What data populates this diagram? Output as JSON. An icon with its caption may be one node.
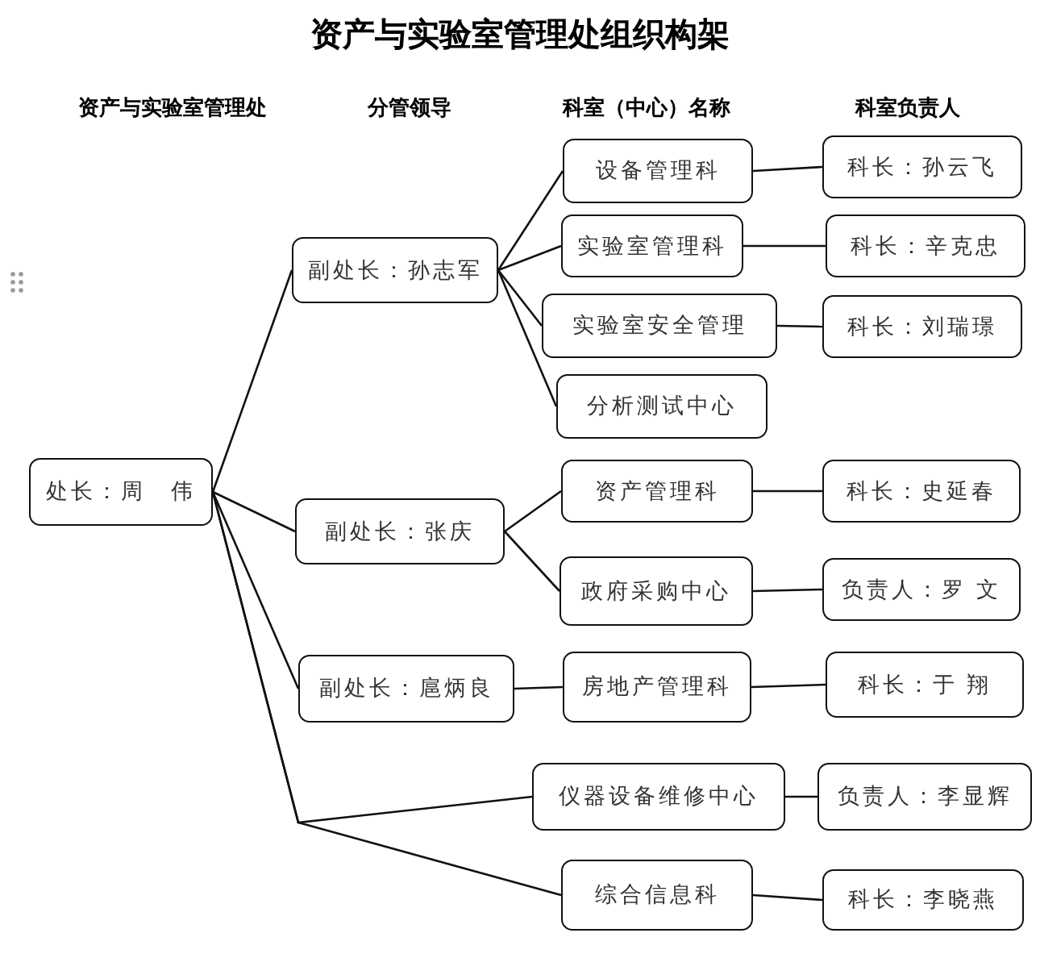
{
  "diagram": {
    "title": "资产与实验室管理处组织构架",
    "nodes": [
      {
        "text": [
          "处长：周　伟"
        ]
      },
      {
        "text": [
          "副处长：孙志军"
        ]
      },
      {
        "text": [
          "副处长：张庆"
        ]
      },
      {
        "text": [
          "副处长：扈炳良"
        ]
      },
      {
        "text": [
          "设备管理科"
        ]
      },
      {
        "text": [
          "实验室管理科"
        ]
      },
      {
        "text": [
          "实验室安全管理"
        ]
      },
      {
        "text": [
          "分析测试中心"
        ]
      },
      {
        "text": [
          "资产管理科"
        ]
      },
      {
        "text": [
          "政府采购中心"
        ]
      },
      {
        "text": [
          "房地产管理科"
        ]
      },
      {
        "text": [
          "仪器设备维修中心"
        ]
      },
      {
        "text": [
          "综合信息科"
        ]
      },
      {
        "text": [
          "科长：孙云飞"
        ]
      },
      {
        "text": [
          "科长：辛克忠"
        ]
      },
      {
        "text": [
          "科长：刘瑞璟"
        ]
      },
      {
        "text": [
          "科长：史延春"
        ]
      },
      {
        "text": [
          "负责人：罗 文"
        ]
      },
      {
        "text": [
          "科长：于 翔"
        ]
      },
      {
        "text": [
          "负责人：李显辉"
        ]
      },
      {
        "text": [
          "科长：李晓燕"
        ]
      }
    ],
    "edges": [
      {
        "from": 0,
        "to": 1,
        "arrow": "none"
      },
      {
        "from": 0,
        "to": 2,
        "arrow": "none"
      },
      {
        "from": 0,
        "to": 3,
        "arrow": "none"
      },
      {
        "from": 0,
        "to": 11,
        "arrow": "none"
      },
      {
        "from": 0,
        "to": 12,
        "arrow": "none"
      },
      {
        "from": 1,
        "to": 4,
        "arrow": "none"
      },
      {
        "from": 1,
        "to": 5,
        "arrow": "none"
      },
      {
        "from": 1,
        "to": 6,
        "arrow": "none"
      },
      {
        "from": 1,
        "to": 7,
        "arrow": "none"
      },
      {
        "from": 2,
        "to": 8,
        "arrow": "none"
      },
      {
        "from": 2,
        "to": 9,
        "arrow": "none"
      },
      {
        "from": 3,
        "to": 10,
        "arrow": "none"
      },
      {
        "from": 4,
        "to": 13,
        "arrow": "none"
      },
      {
        "from": 5,
        "to": 14,
        "arrow": "none"
      },
      {
        "from": 6,
        "to": 15,
        "arrow": "none"
      },
      {
        "from": 8,
        "to": 16,
        "arrow": "none"
      },
      {
        "from": 9,
        "to": 17,
        "arrow": "none"
      },
      {
        "from": 10,
        "to": 18,
        "arrow": "none"
      },
      {
        "from": 11,
        "to": 19,
        "arrow": "none"
      },
      {
        "from": 12,
        "to": 20,
        "arrow": "none"
      }
    ],
    "labels": [
      "资产与实验室管理处",
      "分管领导",
      "科室（中心）名称",
      "科室负责人"
    ]
  }
}
